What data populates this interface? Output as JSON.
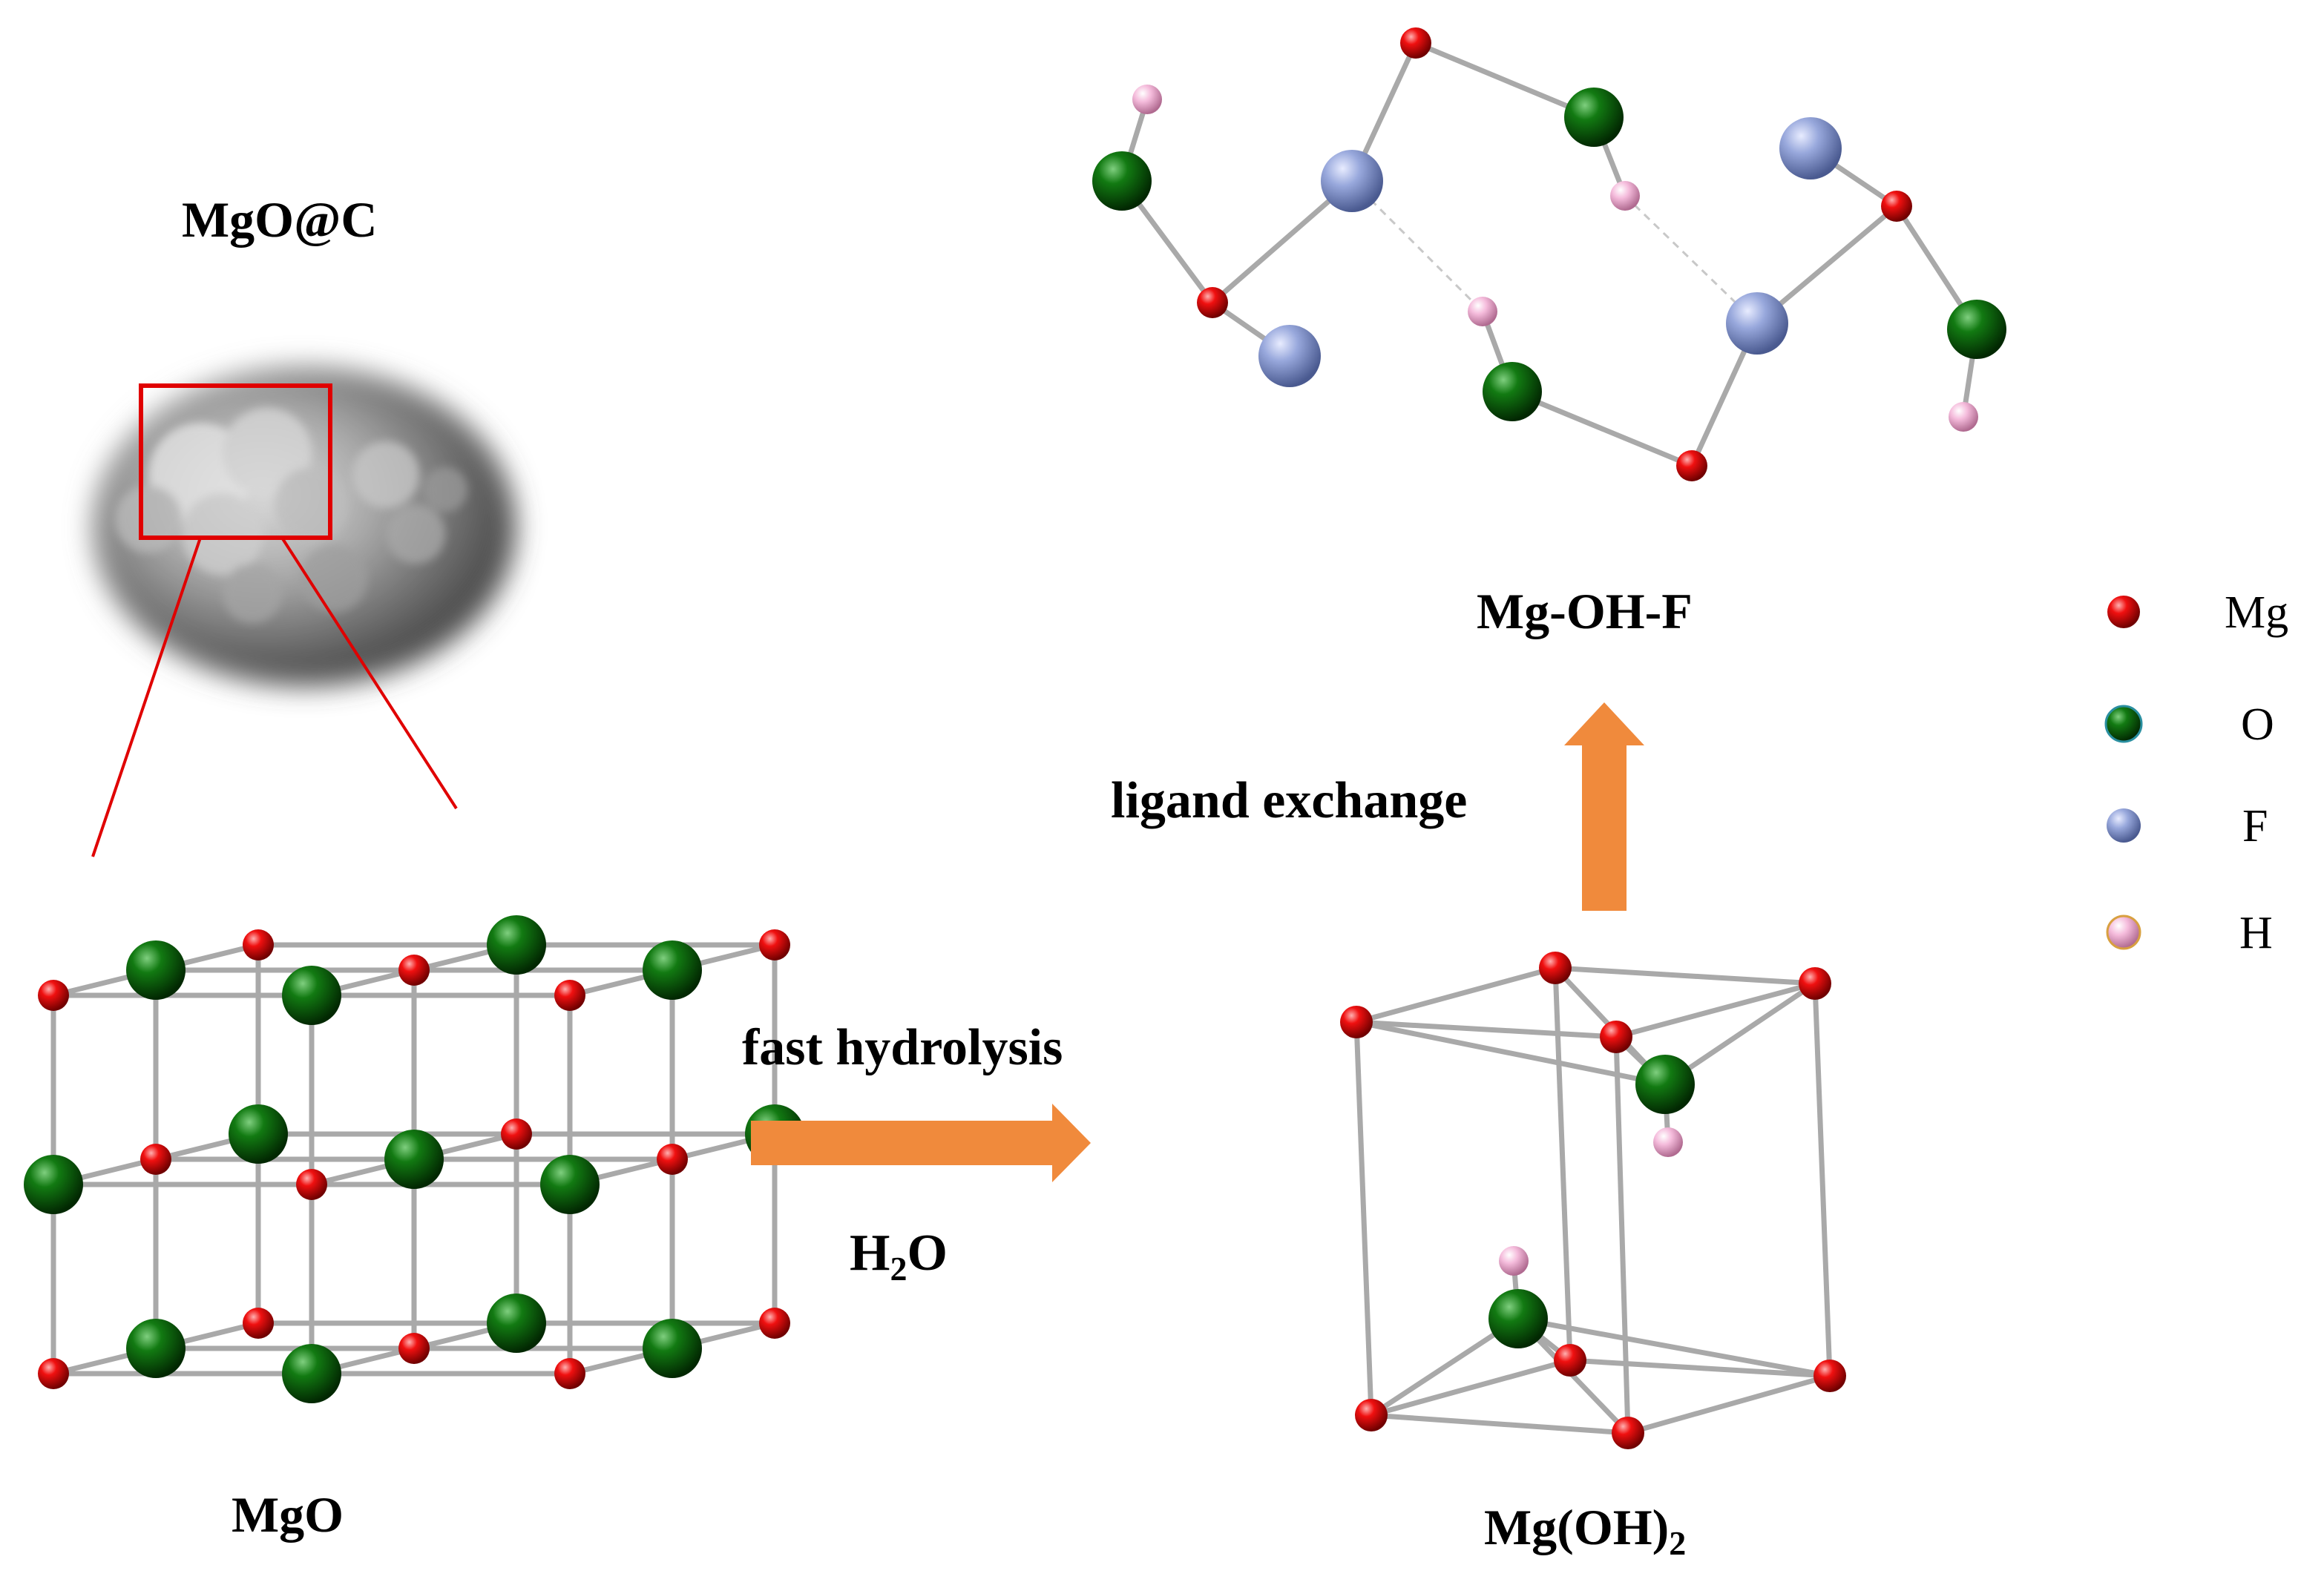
{
  "labels": {
    "mgo_c": "MgO@C",
    "mgo": "MgO",
    "mg_oh_2": {
      "main": "Mg(OH)",
      "sub": "2"
    },
    "mg_oh_f": "Mg-OH-F",
    "fast_hydrolysis": "fast hydrolysis",
    "ligand_exchange": "ligand exchange",
    "h2o": {
      "pre": "H",
      "sub": "2",
      "post": "O"
    }
  },
  "legend": [
    {
      "symbol": "Mg",
      "color": "#e00000",
      "icon": "red-atom-icon"
    },
    {
      "symbol": "O",
      "color": "#0b6b0b",
      "icon": "green-atom-icon"
    },
    {
      "symbol": "F",
      "color": "#8fa0d8",
      "icon": "blue-atom-icon"
    },
    {
      "symbol": "H",
      "color": "#f0b4d6",
      "icon": "pink-atom-icon"
    }
  ],
  "colors": {
    "mg": "#e00000",
    "o": "#0b6b0b",
    "f": "#8fa0d8",
    "h": "#f0b4d6",
    "arrow": "#f08a3c",
    "zoom_box": "#e00000",
    "bond": "#b8b8b8"
  }
}
